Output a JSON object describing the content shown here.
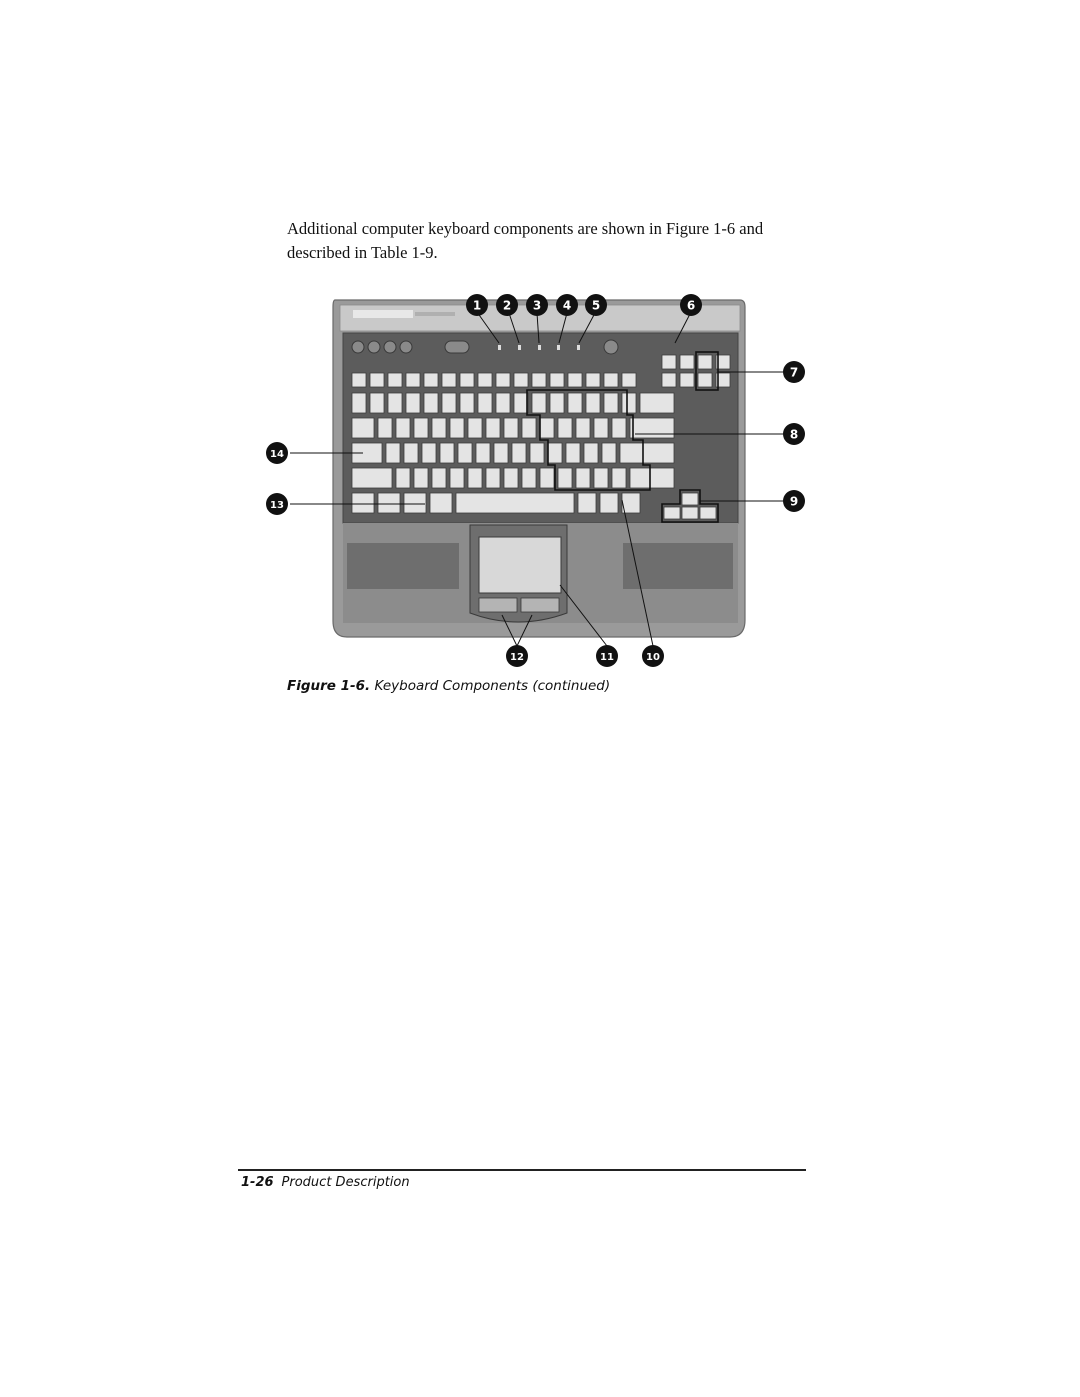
{
  "intro_text": "Additional computer keyboard components are shown in Figure 1-6 and described in Table 1-9.",
  "figure": {
    "label": "Figure 1-6.",
    "title": "Keyboard Components (continued)",
    "callouts": [
      "1",
      "2",
      "3",
      "4",
      "5",
      "6",
      "7",
      "8",
      "9",
      "10",
      "11",
      "12",
      "13",
      "14"
    ]
  },
  "footer": {
    "page_number": "1-26",
    "section": "Product Description"
  }
}
